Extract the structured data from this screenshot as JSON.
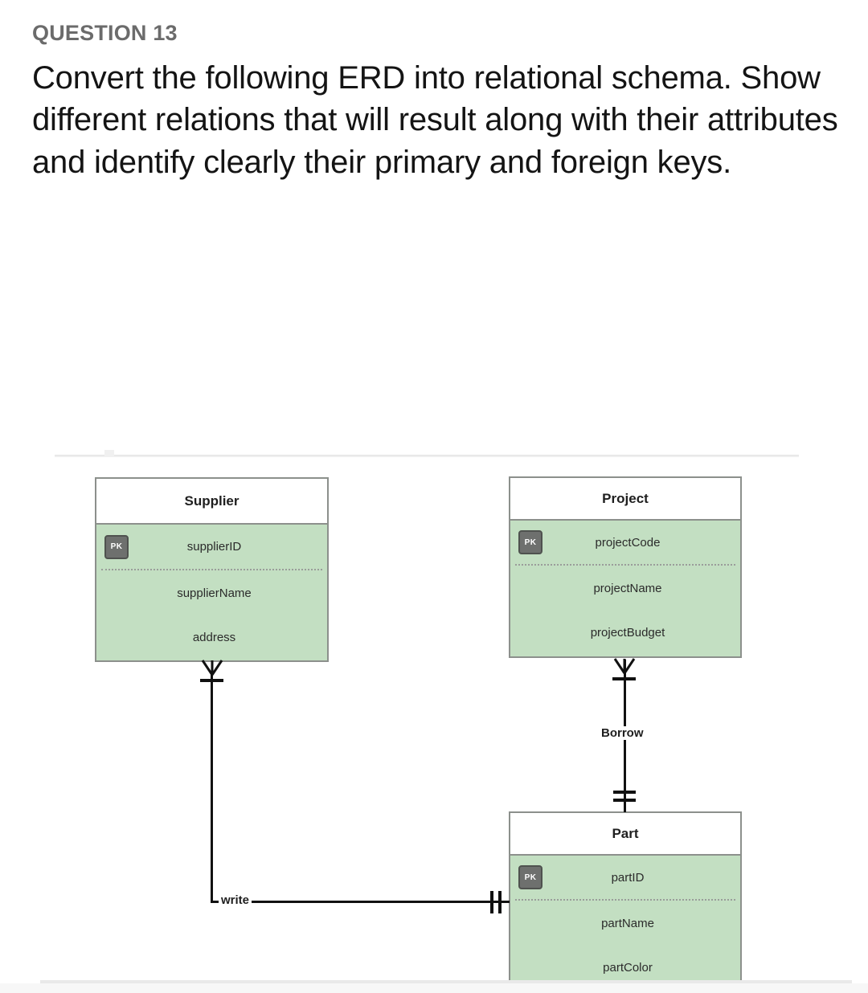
{
  "question": {
    "label": "QUESTION 13",
    "text": "Convert the following ERD into relational schema. Show different relations that will result along with their attributes and identify clearly their primary and foreign keys."
  },
  "theme": {
    "entity_fill": "#c3dfc2",
    "entity_border": "#8c908c",
    "header_fill": "#ffffff",
    "pk_badge_fill": "#6e706e",
    "connector_color": "#111111",
    "label_color": "#6b6b6b"
  },
  "diagram": {
    "type": "erd",
    "notation": "crows-foot",
    "entities": [
      {
        "name": "Supplier",
        "attributes": [
          {
            "name": "supplierID",
            "key": "PK"
          },
          {
            "name": "supplierName",
            "key": ""
          },
          {
            "name": "address",
            "key": ""
          }
        ]
      },
      {
        "name": "Project",
        "attributes": [
          {
            "name": "projectCode",
            "key": "PK"
          },
          {
            "name": "projectName",
            "key": ""
          },
          {
            "name": "projectBudget",
            "key": ""
          }
        ]
      },
      {
        "name": "Part",
        "attributes": [
          {
            "name": "partID",
            "key": "PK"
          },
          {
            "name": "partName",
            "key": ""
          },
          {
            "name": "partColor",
            "key": ""
          }
        ]
      }
    ],
    "relationships": [
      {
        "label": "Borrow",
        "from": "Project",
        "to": "Part",
        "from_cardinality": "one-to-many",
        "to_cardinality": "one-and-only-one"
      },
      {
        "label": "write",
        "from": "Supplier",
        "to": "Part",
        "from_cardinality": "one-to-many",
        "to_cardinality": "one-and-only-one"
      }
    ]
  },
  "pk_badge_text": "PK"
}
